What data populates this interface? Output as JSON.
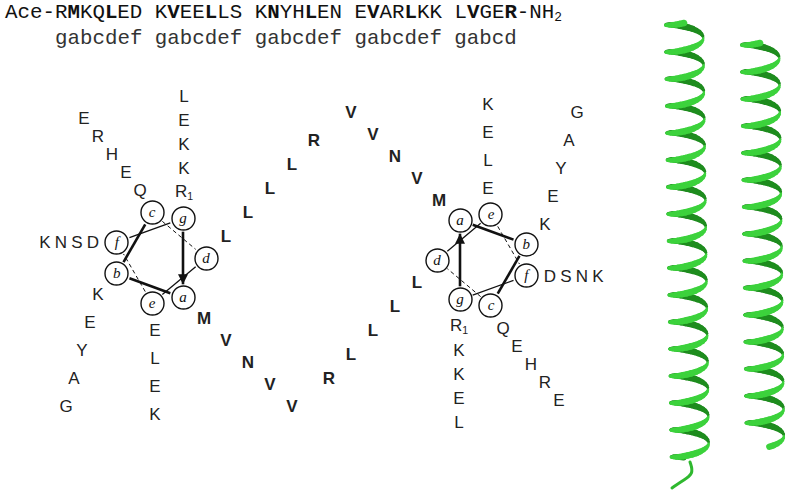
{
  "diagram": {
    "nodes": [
      {
        "text": [
          "a"
        ]
      },
      {
        "text": [
          "b"
        ]
      },
      {
        "text": [
          "c"
        ]
      },
      {
        "text": [
          "d"
        ]
      },
      {
        "text": [
          "e"
        ]
      },
      {
        "text": [
          "f"
        ]
      },
      {
        "text": [
          "g"
        ]
      },
      {
        "text": [
          "a"
        ]
      },
      {
        "text": [
          "b"
        ]
      },
      {
        "text": [
          "c"
        ]
      },
      {
        "text": [
          "d"
        ]
      },
      {
        "text": [
          "e"
        ]
      },
      {
        "text": [
          "f"
        ]
      },
      {
        "text": [
          "g"
        ]
      }
    ],
    "edges": [
      {
        "from": 0,
        "to": 1,
        "arrow": "none"
      },
      {
        "from": 1,
        "to": 2,
        "arrow": "none"
      },
      {
        "from": 2,
        "to": 3,
        "arrow": "none"
      },
      {
        "from": 3,
        "to": 4,
        "arrow": "none"
      },
      {
        "from": 4,
        "to": 5,
        "arrow": "none"
      },
      {
        "from": 5,
        "to": 6,
        "arrow": "none"
      },
      {
        "from": 6,
        "to": 0,
        "arrow": "to"
      },
      {
        "from": 7,
        "to": 8,
        "arrow": "none"
      },
      {
        "from": 8,
        "to": 9,
        "arrow": "none"
      },
      {
        "from": 9,
        "to": 10,
        "arrow": "none"
      },
      {
        "from": 10,
        "to": 11,
        "arrow": "none"
      },
      {
        "from": 11,
        "to": 12,
        "arrow": "none"
      },
      {
        "from": 12,
        "to": 13,
        "arrow": "none"
      },
      {
        "from": 13,
        "to": 7,
        "arrow": "to"
      }
    ],
    "labels": [
      "Ace-RMKQLED KVEELLS KNYHLEN EVARLKK LVGER-NH2",
      "gabcdef gabcdef gabcdef gabcdef gabcd",
      "M V N V V",
      "K E Y A G",
      "Q E H R E",
      "L L L L R",
      "E L E K",
      "D S N K",
      "R1 K K E L",
      "M V N V V",
      "K E Y A G",
      "Q E H R E",
      "L L L L R",
      "E L E K",
      "D S N K",
      "R1 K K E L"
    ]
  }
}
